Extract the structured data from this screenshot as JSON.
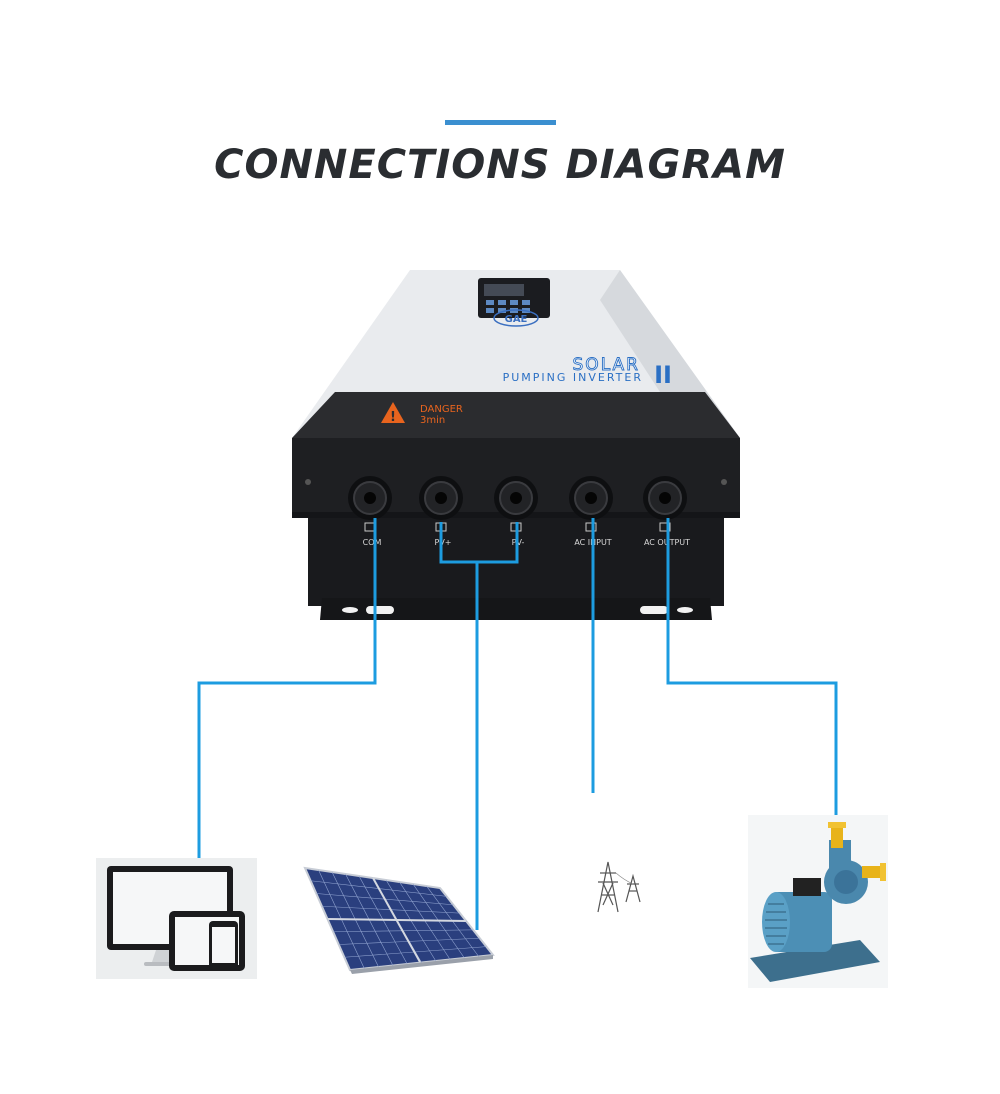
{
  "title": "CONNECTIONS DIAGRAM",
  "accent_color": "#3b8fd0",
  "line_color": "#1d9ce0",
  "device": {
    "brand_logo": "GAE",
    "product_line1": "SOLAR",
    "product_line2": "PUMPING INVERTER",
    "series_mark": "II",
    "warning_line1": "DANGER",
    "warning_line2": "3min",
    "warning_color": "#e8641e"
  },
  "ports": [
    {
      "id": "com",
      "label": "COM",
      "icon": "communication-icon"
    },
    {
      "id": "pv-plus",
      "label": "PV+",
      "icon": "solar-panel-icon"
    },
    {
      "id": "pv-minus",
      "label": "PV-",
      "icon": "solar-panel-icon"
    },
    {
      "id": "ac-input",
      "label": "AC INPUT",
      "icon": "power-tower-icon"
    },
    {
      "id": "ac-output",
      "label": "AC OUTPUT",
      "icon": "motor-icon"
    }
  ],
  "endpoints": [
    {
      "id": "computer",
      "icon": "computer-tablet-phone-icon",
      "connects": "COM"
    },
    {
      "id": "solar-panel",
      "icon": "solar-panel-icon",
      "connects": "PV+ / PV-"
    },
    {
      "id": "grid",
      "icon": "power-tower-icon",
      "connects": "AC INPUT"
    },
    {
      "id": "pump",
      "icon": "water-pump-icon",
      "connects": "AC OUTPUT"
    }
  ]
}
